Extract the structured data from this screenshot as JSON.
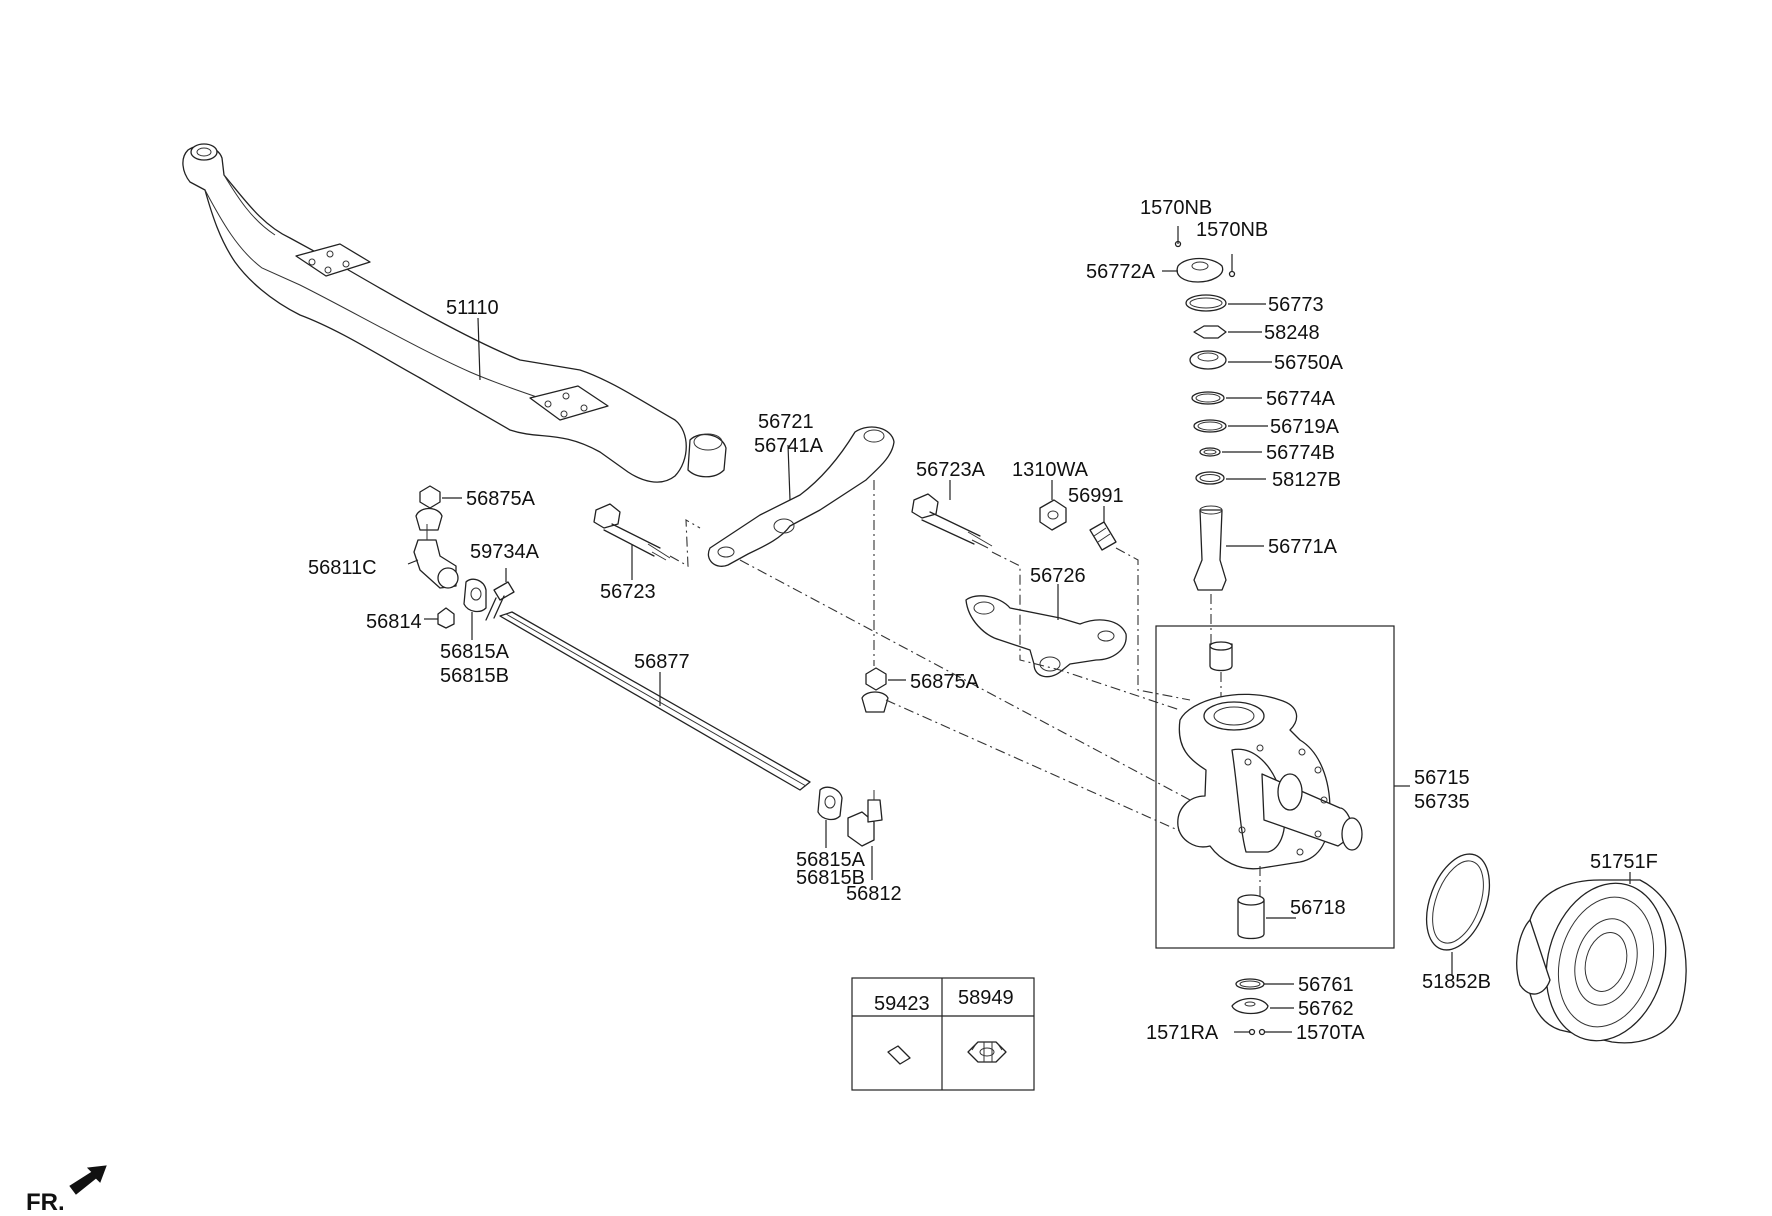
{
  "labels": {
    "p51110": "51110",
    "p1570nb_a": "1570NB",
    "p1570nb_b": "1570NB",
    "p56772a": "56772A",
    "p56773": "56773",
    "p58248": "58248",
    "p56750a": "56750A",
    "p56774a": "56774A",
    "p56719a": "56719A",
    "p56774b": "56774B",
    "p58127b": "58127B",
    "p56771a": "56771A",
    "p56721": "56721",
    "p56741a": "56741A",
    "p56723a": "56723A",
    "p1310wa": "1310WA",
    "p56991": "56991",
    "p56726": "56726",
    "p56875a_1": "56875A",
    "p59734a": "59734A",
    "p56811c": "56811C",
    "p56723": "56723",
    "p56814": "56814",
    "p56815a_1": "56815A",
    "p56815b_1": "56815B",
    "p56877": "56877",
    "p56875a_2": "56875A",
    "p56715": "56715",
    "p56735": "56735",
    "p56815a_2": "56815A",
    "p56815b_2": "56815B",
    "p56812": "56812",
    "p56718": "56718",
    "p51751f": "51751F",
    "p51852b": "51852B",
    "p56761": "56761",
    "p56762": "56762",
    "p1571ra": "1571RA",
    "p1570ta": "1570TA"
  },
  "legend_table": {
    "col1": "59423",
    "col2": "58949"
  },
  "direction_marker": "FR."
}
